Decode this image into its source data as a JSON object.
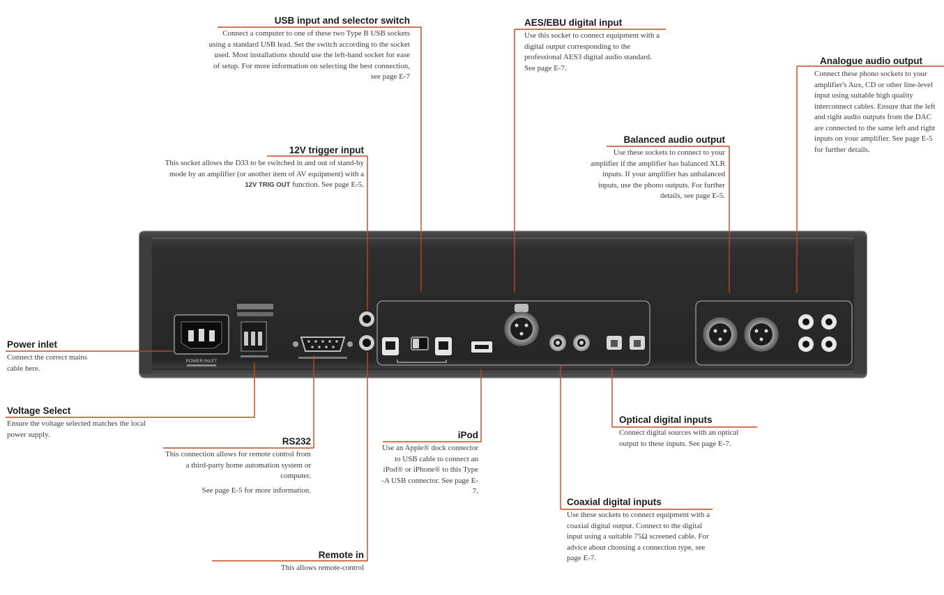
{
  "callouts": {
    "usb": {
      "title": "USB input and selector switch",
      "body": "Connect a computer to one of these two Type B USB sockets using a standard USB lead.  Set the switch according to the socket used. Most installations should use the left-hand socket for ease of setup. For more information on selecting the best connection, see page E-7"
    },
    "aes": {
      "title": "AES/EBU digital input",
      "body": "Use this socket to connect equipment with a digital output corresponding to the professional AES3 digital audio standard. See page E-7."
    },
    "analogue": {
      "title": "Analogue audio output",
      "body": "Connect these phono sockets to your amplifier's Aux, CD or other line-level input using suitable high quality interconnect cables. Ensure that the left and right audio outputs from the DAC are connected to the same left and right inputs on your amplifier. See page E-5 for further details."
    },
    "trigger": {
      "title": "12V trigger input",
      "body_pre": "This socket allows the D33 to be switched in and out of stand-by mode by an amplifier (or another item of AV equipment) with a ",
      "body_em": "12V TRIG OUT",
      "body_post": " function. See page E-5."
    },
    "balanced": {
      "title": "Balanced audio output",
      "body": "Use these sockets to connect to your amplifier  if the amplifier has balanced XLR inputs. If your amplifier has unbalanced inputs, use the phono outputs. For further details, see page E-5."
    },
    "power": {
      "title": "Power inlet",
      "body": "Connect the correct mains cable here."
    },
    "voltage": {
      "title": "Voltage Select",
      "body": "Ensure the voltage selected matches the local power supply."
    },
    "rs232": {
      "title": "RS232",
      "body": "This connection allows for remote control from a third-party home automation system or computer.",
      "body2": "See page E-5 for more information."
    },
    "ipod": {
      "title": "iPod",
      "body": "Use an Apple® dock connector to USB cable to connect an iPod® or iPhone® to this Type -A USB connector. See page E-7."
    },
    "optical": {
      "title": "Optical digital inputs",
      "body": "Connect digital sources with an optical output to these inputs. See page E-7."
    },
    "coaxial": {
      "title": "Coaxial digital inputs",
      "body": "Use these sockets to connect equipment with a coaxial digital output. Connect to the digital input using a suitable 75Ω screened cable. For advice about choosing a connection type, see page E-7."
    },
    "remote": {
      "title": "Remote in",
      "body": "This allows remote-control"
    }
  },
  "device": {
    "power_label": "POWER INLET"
  },
  "colors": {
    "leader_line": "#c0481c",
    "chassis": "#2f2f2f",
    "chassis_edge": "#5a5a5a"
  }
}
